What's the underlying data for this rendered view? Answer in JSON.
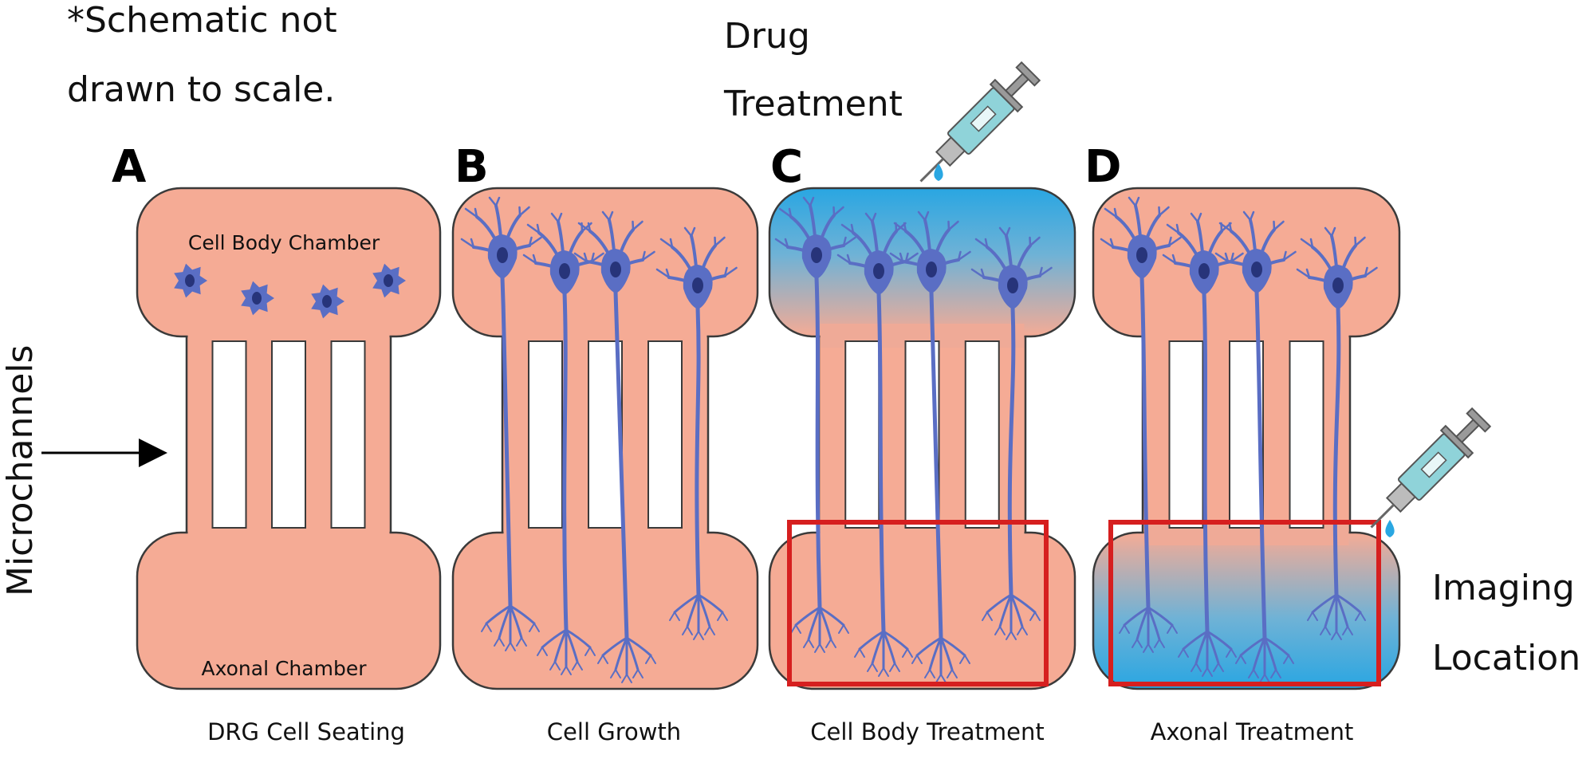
{
  "note": {
    "line1": "*Schematic not",
    "line2": "drawn to scale."
  },
  "drug_label": {
    "line1": "Drug",
    "line2": "Treatment"
  },
  "imaging_label": {
    "line1": "Imaging",
    "line2": "Location"
  },
  "microchannels_label": "Microchannels",
  "panels": [
    {
      "letter": "A",
      "caption": "DRG Cell Seating",
      "top_label": "Cell Body Chamber",
      "bottom_label": "Axonal Chamber"
    },
    {
      "letter": "B",
      "caption": "Cell Growth"
    },
    {
      "letter": "C",
      "caption": "Cell Body Treatment"
    },
    {
      "letter": "D",
      "caption": "Axonal Treatment"
    }
  ],
  "colors": {
    "chamber_fill": "#f5ab95",
    "chamber_stroke": "#3a3a3a",
    "neuron": "#5a6ec4",
    "nucleus": "#27347a",
    "drug_blue": "#2aa7e2",
    "imaging_box": "#d61f1f",
    "syringe": "#8fd3d9"
  }
}
